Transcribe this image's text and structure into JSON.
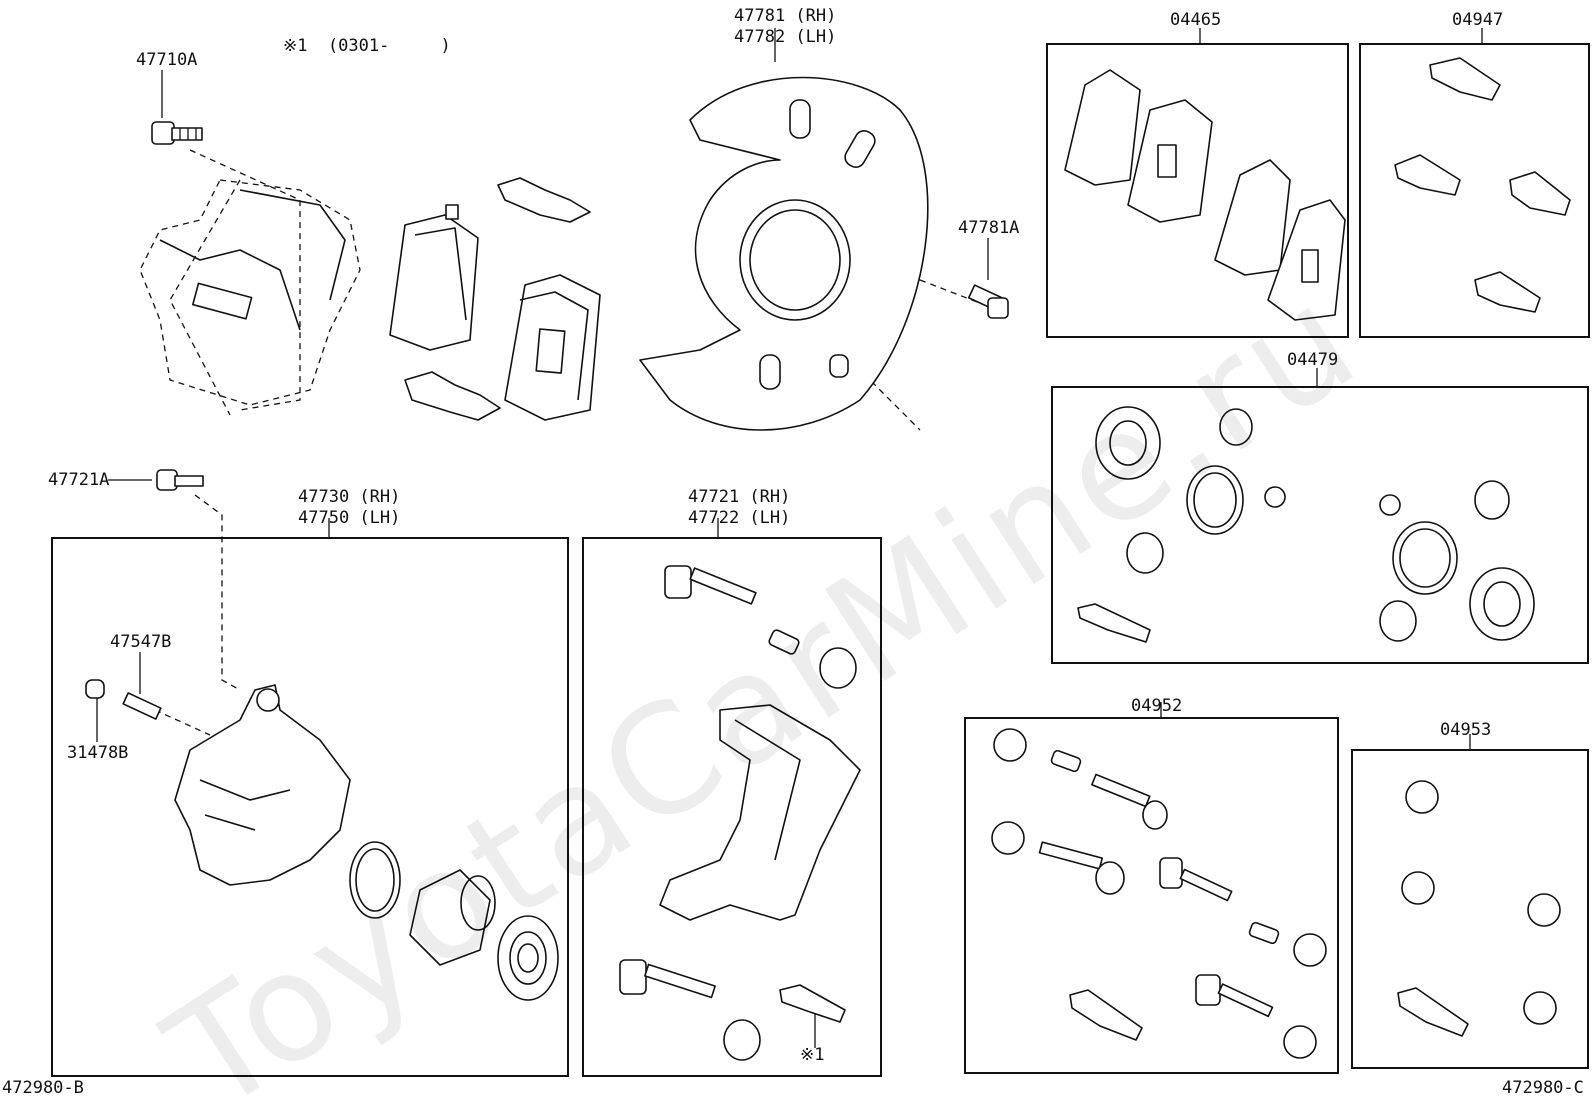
{
  "labels": {
    "p47710A": "47710A",
    "note1": "※1  (0301-     )",
    "p47781": "47781 (RH)",
    "p47782": "47782 (LH)",
    "p04465": "04465",
    "p04947": "04947",
    "p47781A": "47781A",
    "p04479": "04479",
    "p47721A": "47721A",
    "p47730": "47730 (RH)",
    "p47750": "47750 (LH)",
    "p47721": "47721 (RH)",
    "p47722": "47722 (LH)",
    "p47547B": "47547B",
    "p31478B": "31478B",
    "p04952": "04952",
    "p04953": "04953",
    "mark1": "※1",
    "ref_left": "472980-B",
    "ref_right": "472980-C"
  },
  "watermark": "ToyotaCarMine.ru",
  "colors": {
    "line": "#111111",
    "background": "#ffffff"
  }
}
